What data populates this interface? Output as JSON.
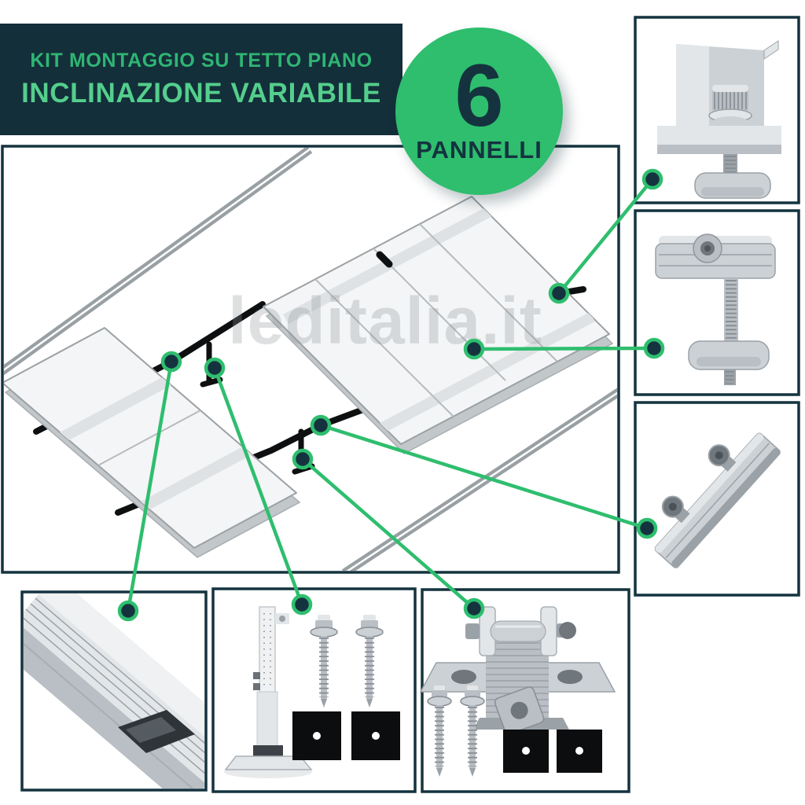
{
  "header": {
    "line1": "KIT MONTAGGIO SU TETTO PIANO",
    "line2": "INCLINAZIONE VARIABILE"
  },
  "badge": {
    "count": "6",
    "label": "PANNELLI"
  },
  "watermark": {
    "text": "leditalia.it"
  },
  "colors": {
    "navy": "#14333F",
    "header_bg": "#132F3A",
    "accent_green": "#2EBE6E",
    "title_green": "#2FB573",
    "subtitle_green": "#54CE8C",
    "watermark_grey": "#9AA0A4",
    "panel_white": "#F4F5F6",
    "metal_light": "#E3E6E8",
    "metal_mid": "#C7CCD0",
    "rail_black": "#0D0F10"
  },
  "diagram": {
    "arrays": [
      {
        "name": "left-panel-array",
        "panels": 2
      },
      {
        "name": "right-panel-array",
        "panels": 4
      }
    ],
    "callouts": [
      {
        "component": "end-clamp-icon",
        "box": "top-right"
      },
      {
        "component": "mid-clamp-icon",
        "box": "middle-right"
      },
      {
        "component": "rail-splice-icon",
        "box": "lower-right"
      },
      {
        "component": "mounting-rail-icon",
        "box": "bottom-left"
      },
      {
        "component": "adjustable-leg-screws-pads-icon",
        "box": "bottom-middle"
      },
      {
        "component": "hinged-base-bracket-screws-pads-icon",
        "box": "bottom-right"
      }
    ]
  }
}
